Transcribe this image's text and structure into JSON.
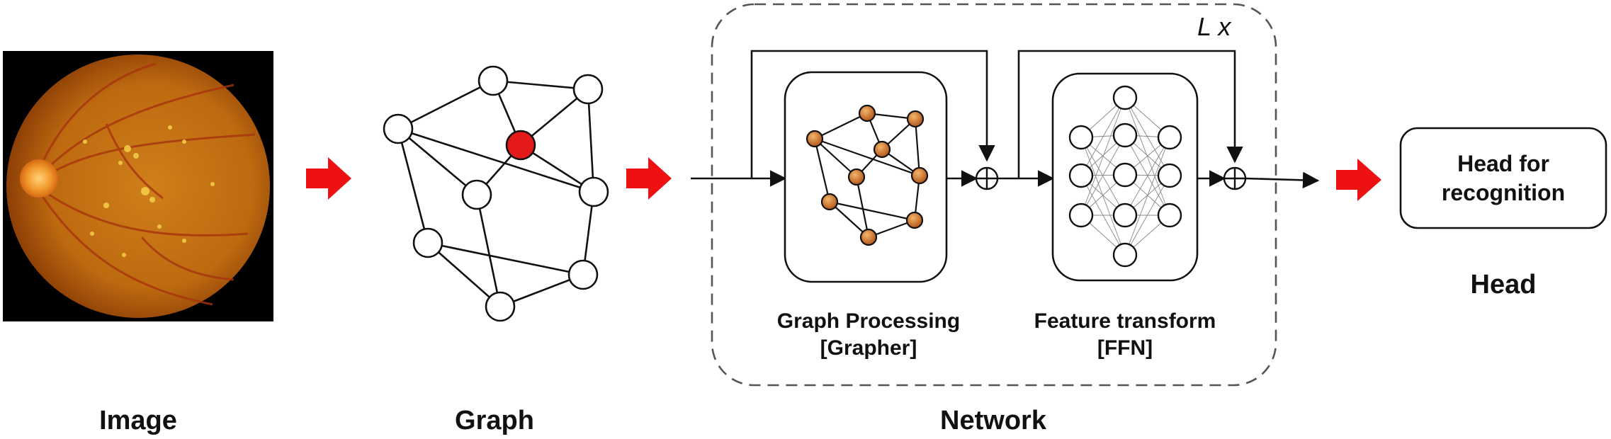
{
  "stages": {
    "image": "Image",
    "graph": "Graph",
    "network": "Network",
    "head": "Head"
  },
  "network": {
    "repeat_label": "L x",
    "grapher_title": "Graph Processing",
    "grapher_sub": "[Grapher]",
    "ffn_title": "Feature transform",
    "ffn_sub": "[FFN]"
  },
  "head_box": {
    "line1": "Head for",
    "line2": "recognition"
  },
  "colors": {
    "arrow": "#ee1111",
    "highlight_node": "#e41a1a",
    "fundus_base": "#c8760f",
    "node_orange": "#c96f1e"
  }
}
